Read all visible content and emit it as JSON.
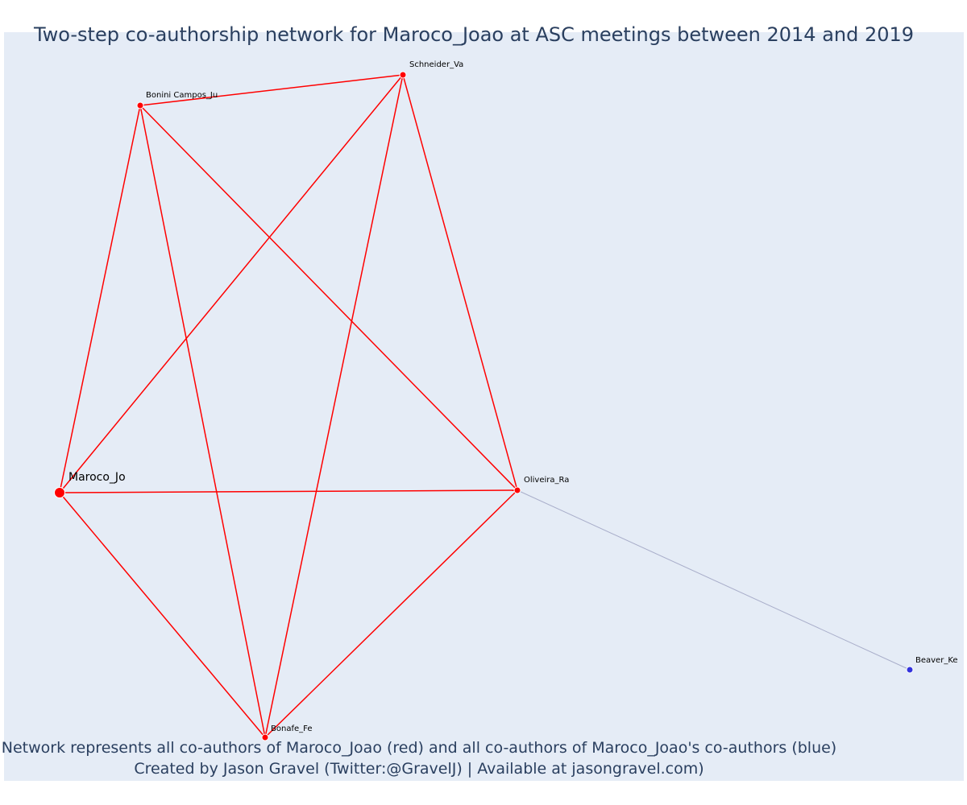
{
  "title": "Two-step co-authorship network for Maroco_Joao at ASC meetings between 2014 and 2019",
  "caption_line1": "Network represents all co-authors of Maroco_Joao (red) and all co-authors of Maroco_Joao's co-authors (blue)",
  "caption_line2": "Created by Jason Gravel (Twitter:@GravelJ) | Available at jasongravel.com)",
  "colors": {
    "background": "#e5ecf6",
    "first_degree": "#ff0000",
    "second_degree": "#3333dd",
    "second_degree_edge": "#a9aeca",
    "node_outline": "#ffffff",
    "title_text": "#2a3f5f"
  },
  "nodes": [
    {
      "id": "Maroco_Jo",
      "label": "Maroco_Jo",
      "group": "focal"
    },
    {
      "id": "Bonini Campos_Ju",
      "label": "Bonini Campos_Ju",
      "group": "coauthor"
    },
    {
      "id": "Schneider_Va",
      "label": "Schneider_Va",
      "group": "coauthor"
    },
    {
      "id": "Oliveira_Ra",
      "label": "Oliveira_Ra",
      "group": "coauthor"
    },
    {
      "id": "Bonafe_Fe",
      "label": "Bonafe_Fe",
      "group": "coauthor"
    },
    {
      "id": "Beaver_Ke",
      "label": "Beaver_Ke",
      "group": "second"
    }
  ],
  "edges": [
    {
      "source": "Maroco_Jo",
      "target": "Bonini Campos_Ju",
      "type": "first"
    },
    {
      "source": "Maroco_Jo",
      "target": "Schneider_Va",
      "type": "first"
    },
    {
      "source": "Maroco_Jo",
      "target": "Oliveira_Ra",
      "type": "first"
    },
    {
      "source": "Maroco_Jo",
      "target": "Bonafe_Fe",
      "type": "first"
    },
    {
      "source": "Bonini Campos_Ju",
      "target": "Schneider_Va",
      "type": "first"
    },
    {
      "source": "Bonini Campos_Ju",
      "target": "Oliveira_Ra",
      "type": "first"
    },
    {
      "source": "Bonini Campos_Ju",
      "target": "Bonafe_Fe",
      "type": "first"
    },
    {
      "source": "Schneider_Va",
      "target": "Oliveira_Ra",
      "type": "first"
    },
    {
      "source": "Schneider_Va",
      "target": "Bonafe_Fe",
      "type": "first"
    },
    {
      "source": "Oliveira_Ra",
      "target": "Bonafe_Fe",
      "type": "first"
    },
    {
      "source": "Oliveira_Ra",
      "target": "Beaver_Ke",
      "type": "second"
    }
  ]
}
